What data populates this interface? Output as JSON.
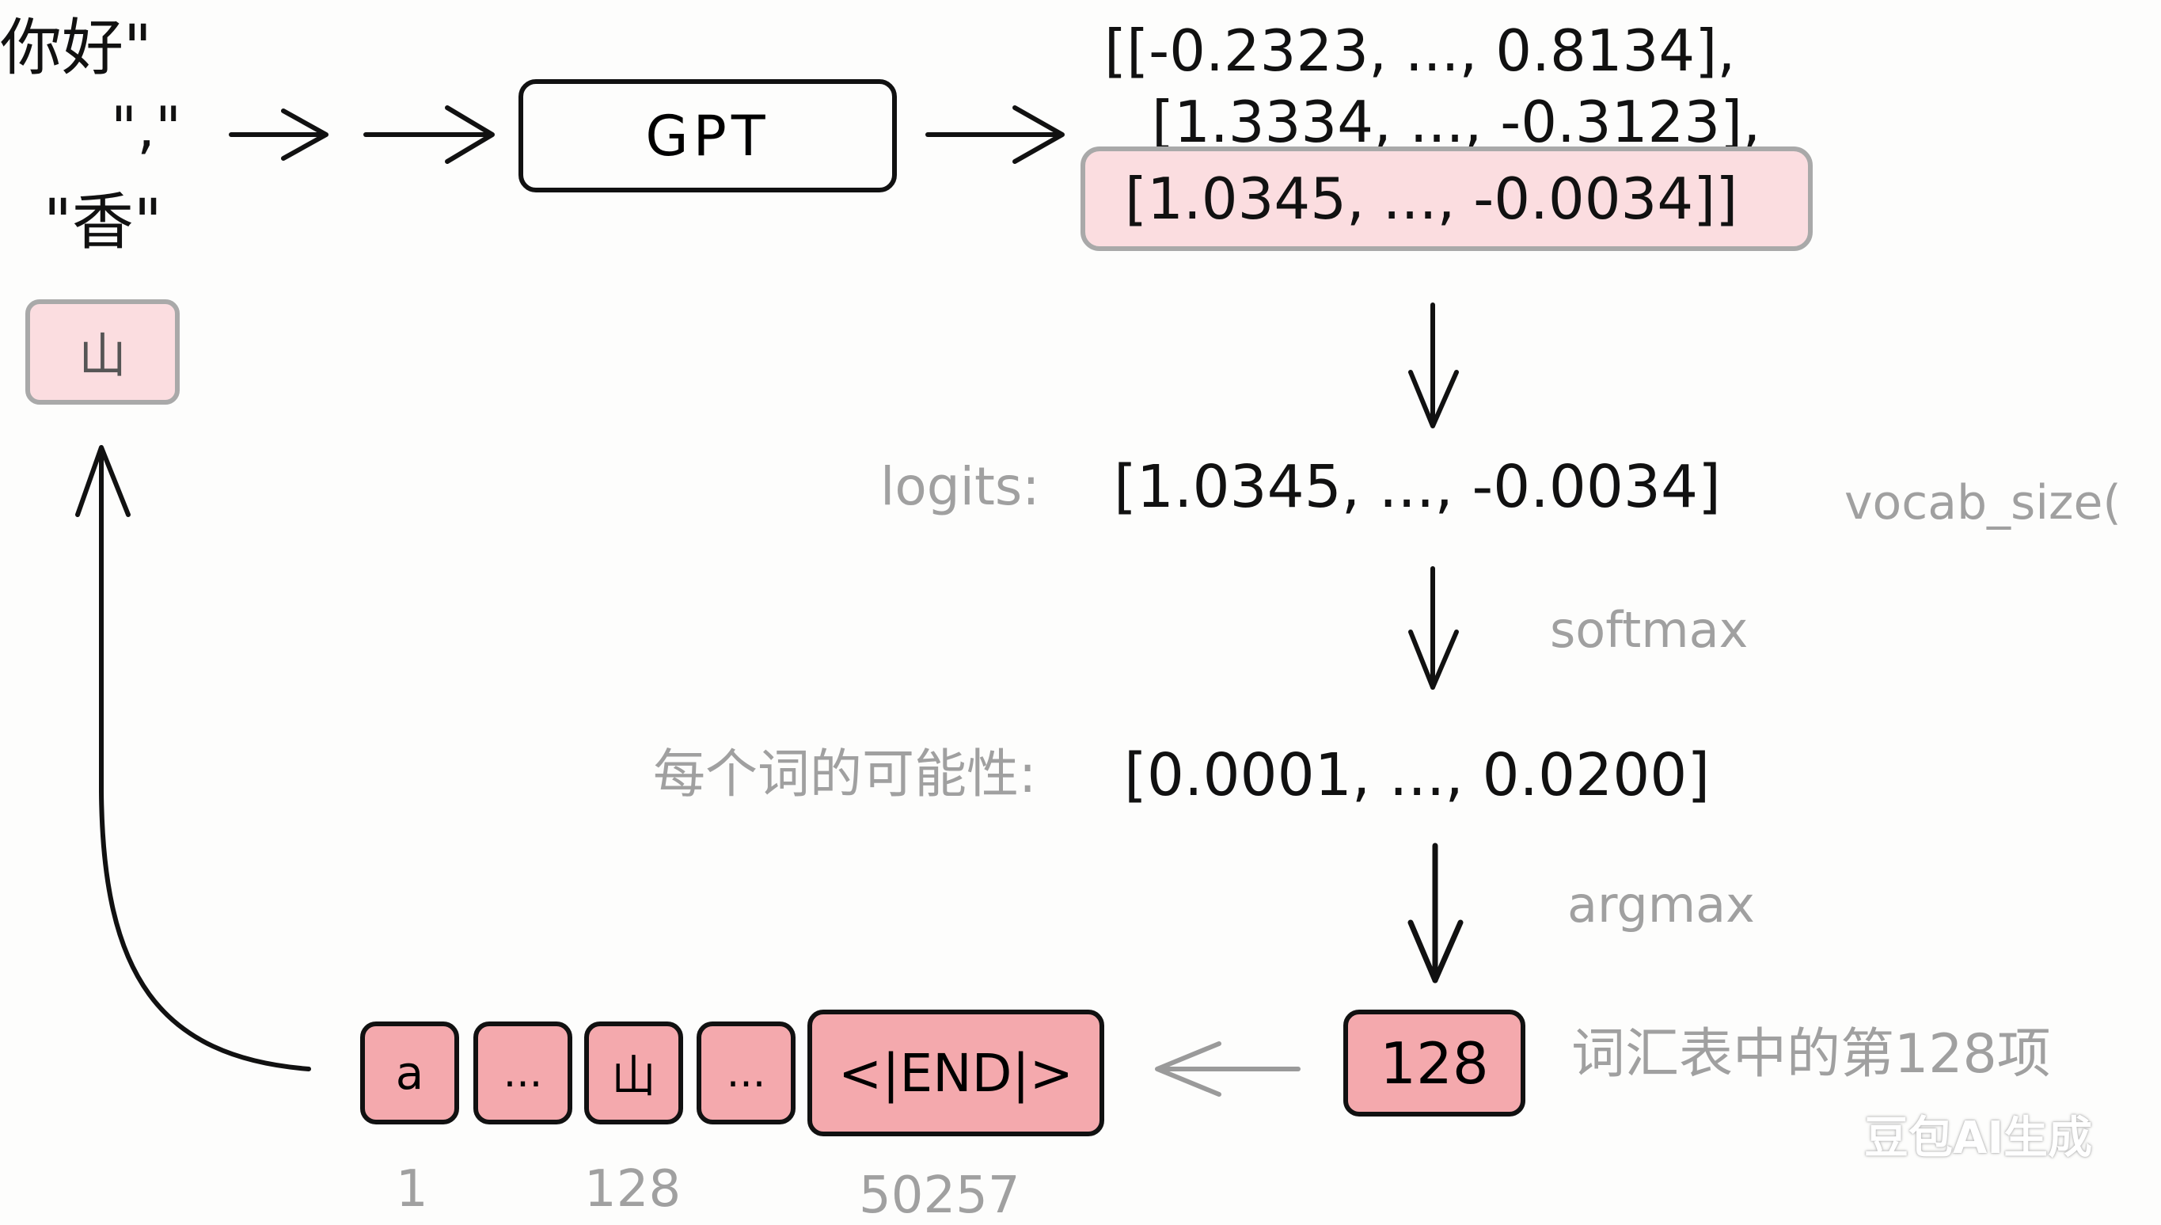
{
  "input": {
    "line1": "你好\"",
    "line2": "\",\"",
    "line3": "\"香\"",
    "generated_token": "山"
  },
  "model": {
    "label": "GPT"
  },
  "hidden_states": {
    "row1": "[[-0.2323, ..., 0.8134],",
    "row2": "[1.3334, ..., -0.3123],",
    "row3": "[1.0345, ..., -0.0034]]"
  },
  "logits": {
    "label": "logits:",
    "values": "[1.0345, ..., -0.0034]",
    "shape_label": "vocab_size("
  },
  "softmax": {
    "label": "softmax"
  },
  "probs": {
    "label": "每个词的可能性:",
    "values": "[0.0001, ..., 0.0200]"
  },
  "argmax": {
    "label": "argmax"
  },
  "result": {
    "index": "128",
    "caption": "词汇表中的第128项"
  },
  "vocab": {
    "tokens": [
      "a",
      "...",
      "山",
      "...",
      "<|END|>"
    ],
    "indices": [
      "1",
      "128",
      "50257"
    ]
  },
  "watermark": "豆包AI生成"
}
